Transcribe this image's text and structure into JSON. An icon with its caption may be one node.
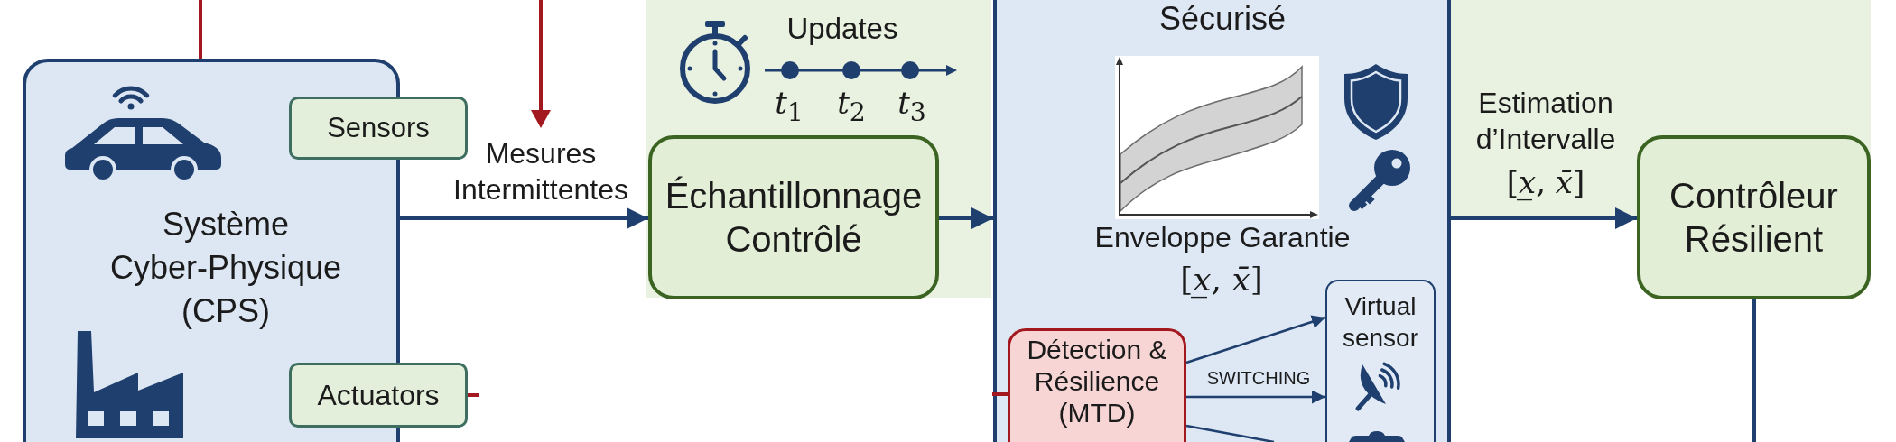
{
  "diagram": {
    "nodes": [
      {
        "text": [
          "Système Cyber-Physique (CPS)"
        ]
      },
      {
        "text": [
          "Sensors"
        ]
      },
      {
        "text": [
          "Actuators"
        ]
      },
      {
        "text": [
          "Échantillonnage Contrôlé"
        ]
      },
      {
        "text": [
          "Sécurisé",
          "Enveloppe Garantie",
          "[*x̲*, *x̄*]"
        ]
      },
      {
        "text": [
          "Virtual sensor"
        ],
        "in": 4
      },
      {
        "text": [
          "Détection & Résilience (MTD)"
        ],
        "in": 4
      },
      {
        "text": [
          "Contrôleur Résilient"
        ]
      }
    ],
    "edges": [
      {
        "from": null,
        "to": 0,
        "arrow": "none",
        "color": "#a3171e"
      },
      {
        "from": 0,
        "to": 3,
        "arrow": "to",
        "label": "Mesures Intermittentes"
      },
      {
        "from": 3,
        "to": 4,
        "arrow": "to"
      },
      {
        "from": 4,
        "to": 7,
        "arrow": "to",
        "label": "Estimation d’Intervalle"
      },
      {
        "from": 7,
        "to": null,
        "arrow": "none"
      },
      {
        "from": 6,
        "to": 5,
        "arrow": "to"
      },
      {
        "from": 6,
        "to": 5,
        "arrow": "to",
        "label": "SWITCHING"
      },
      {
        "from": 6,
        "to": null,
        "arrow": "none"
      },
      {
        "from": null,
        "to": 2,
        "arrow": "none",
        "color": "#a3171e"
      },
      {
        "from": null,
        "to": 6,
        "arrow": "none",
        "color": "#a3171e"
      }
    ],
    "labels": [
      "Updates",
      "*t*$_{1}$",
      "*t*$_{2}$",
      "*t*$_{3}$",
      "[*x̲*, *x̄*]"
    ]
  }
}
